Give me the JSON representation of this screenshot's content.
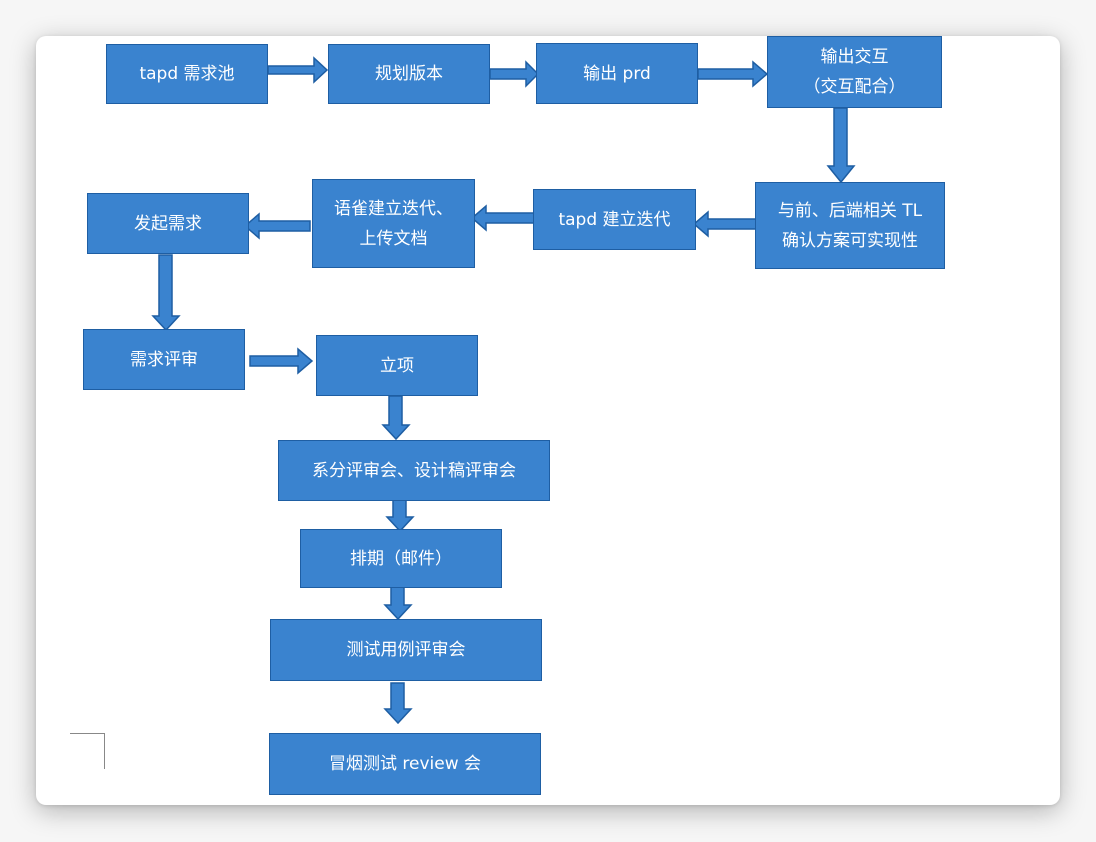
{
  "colors": {
    "box_fill": "#3a83cf",
    "box_border": "#1e5ea3",
    "text": "#ffffff"
  },
  "diagram": {
    "nodes": {
      "tapd_pool": "tapd 需求池",
      "plan_version": "规划版本",
      "output_prd": "输出 prd",
      "output_interaction_line1": "输出交互",
      "output_interaction_line2": "（交互配合）",
      "confirm_tl_line1": "与前、后端相关 TL",
      "confirm_tl_line2": "确认方案可实现性",
      "tapd_iteration": "tapd 建立迭代",
      "yuque_line1": "语雀建立迭代、",
      "yuque_line2": "上传文档",
      "initiate_req": "发起需求",
      "req_review": "需求评审",
      "project_setup": "立项",
      "design_review": "系分评审会、设计稿评审会",
      "schedule": "排期（邮件）",
      "testcase_review": "测试用例评审会",
      "smoke_test": "冒烟测试 review 会"
    }
  }
}
